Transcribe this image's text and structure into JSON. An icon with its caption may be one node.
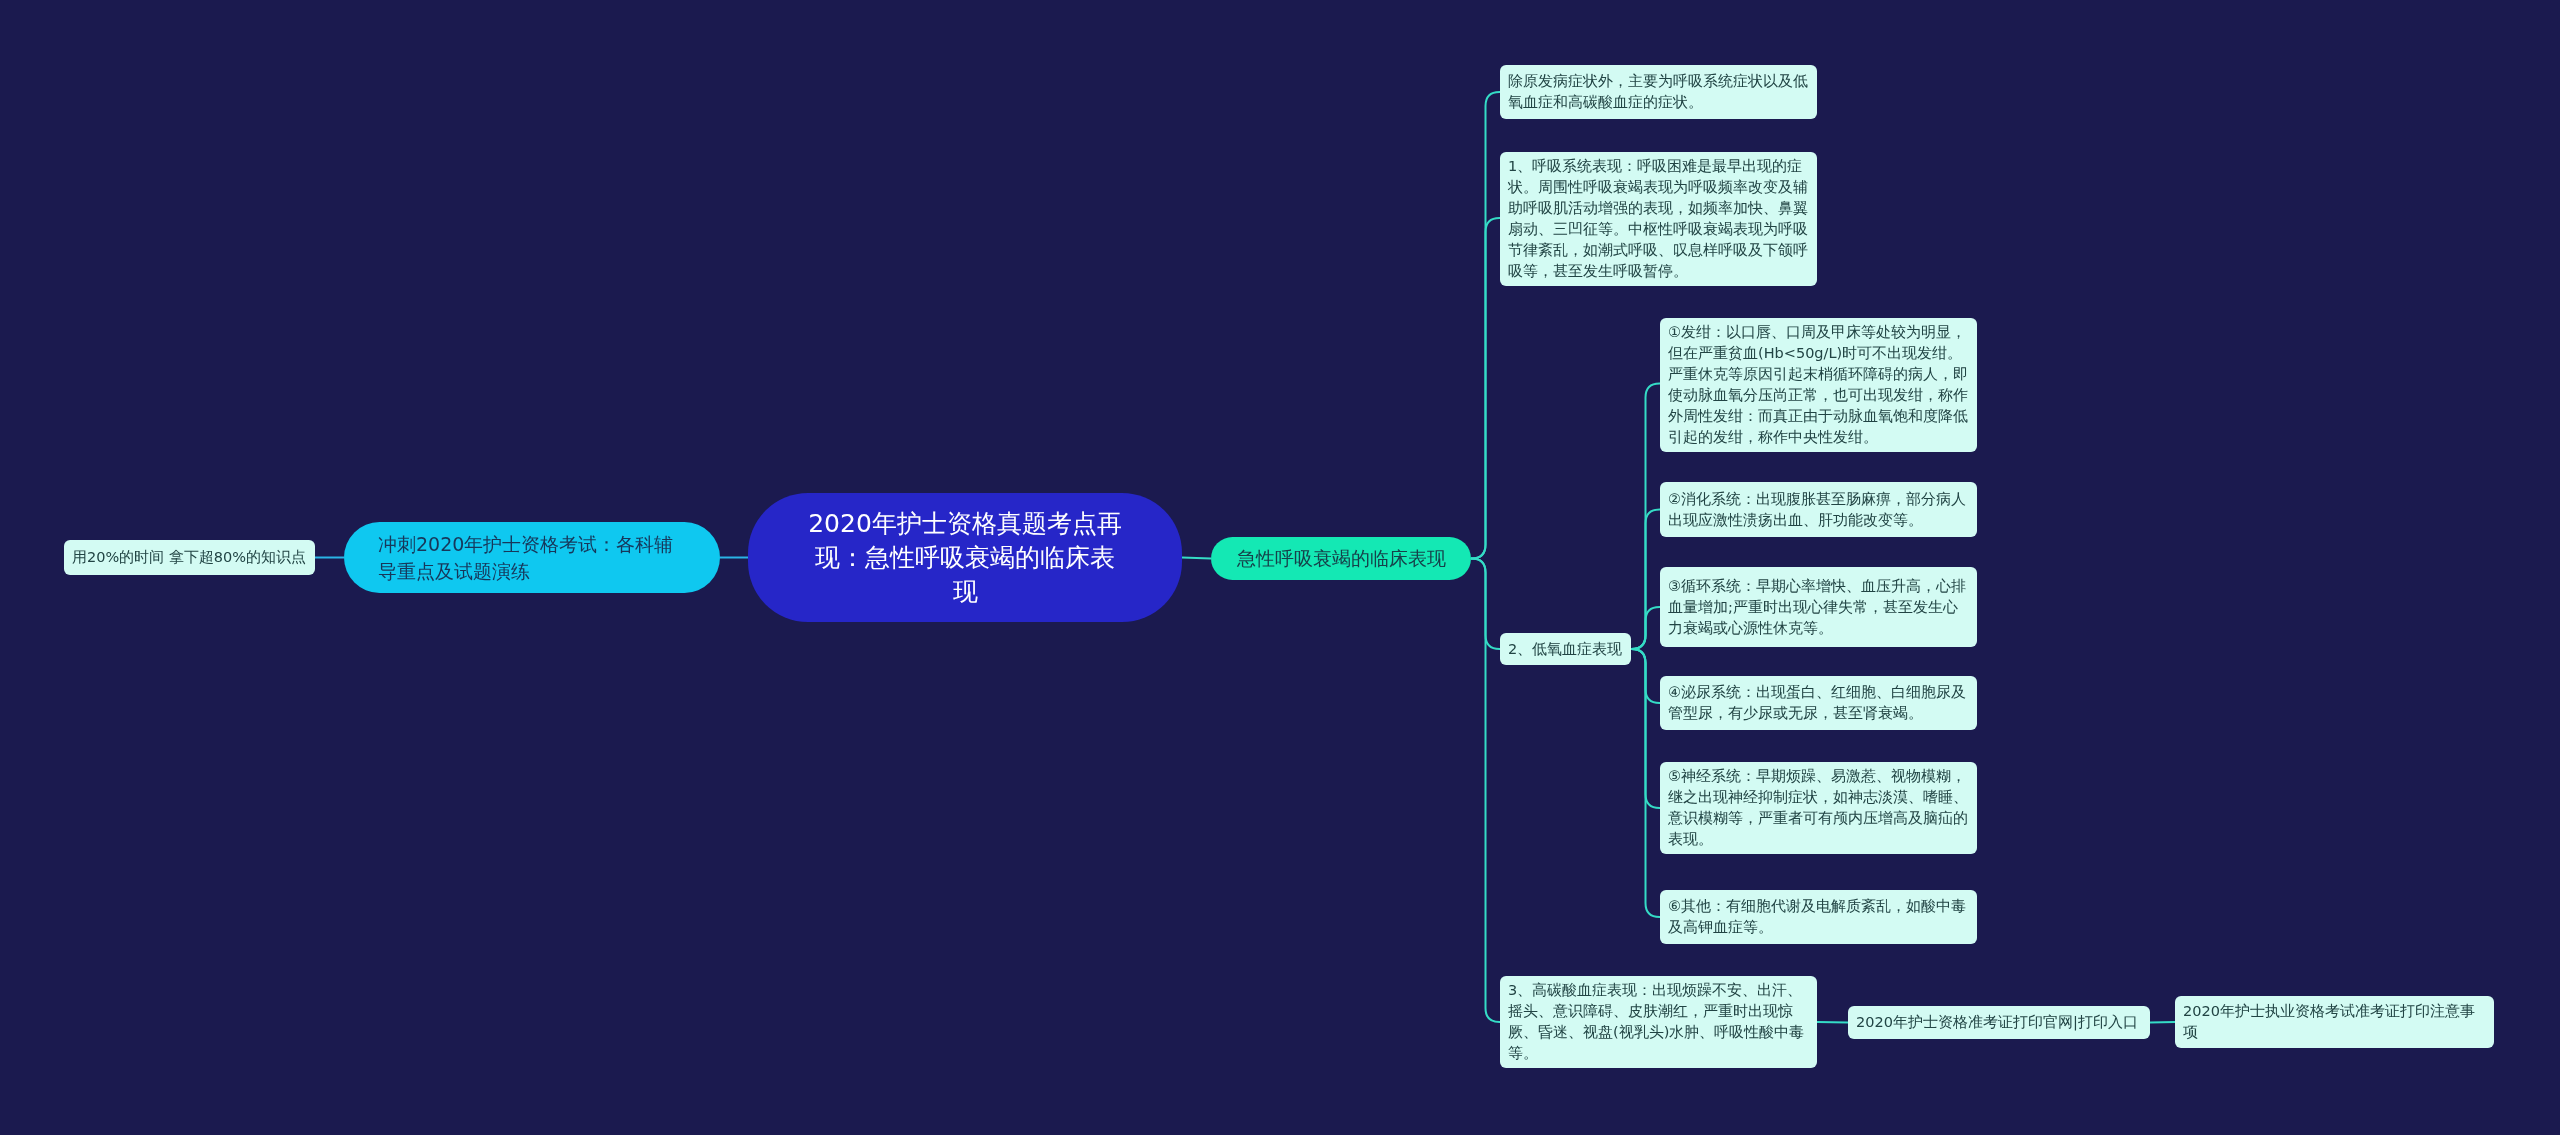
{
  "diagram": {
    "nodes": [
      {
        "text": [
          "2020年护士资格真题考点再现：急性呼吸衰竭的临床表现"
        ]
      },
      {
        "text": [
          "冲刺2020年护士资格考试：各科辅导重点及试题演练"
        ]
      },
      {
        "text": [
          "用20%的时间 拿下超80%的知识点"
        ]
      },
      {
        "text": [
          "急性呼吸衰竭的临床表现"
        ]
      },
      {
        "text": [
          "除原发病症状外，主要为呼吸系统症状以及低氧血症和高碳酸血症的症状。"
        ]
      },
      {
        "text": [
          "1、呼吸系统表现：呼吸困难是最早出现的症状。周围性呼吸衰竭表现为呼吸频率改变及辅助呼吸肌活动增强的表现，如频率加快、鼻翼扇动、三凹征等。中枢性呼吸衰竭表现为呼吸节律紊乱，如潮式呼吸、叹息样呼吸及下颌呼吸等，甚至发生呼吸暂停。"
        ]
      },
      {
        "text": [
          "2、低氧血症表现"
        ]
      },
      {
        "text": [
          "①发绀：以口唇、口周及甲床等处较为明显，但在严重贫血(Hb<50g/L)时可不出现发绀。严重休克等原因引起末梢循环障碍的病人，即使动脉血氧分压尚正常，也可出现发绀，称作外周性发绀：而真正由于动脉血氧饱和度降低引起的发绀，称作中央性发绀。"
        ]
      },
      {
        "text": [
          "②消化系统：出现腹胀甚至肠麻痹，部分病人出现应激性溃疡出血、肝功能改变等。"
        ]
      },
      {
        "text": [
          "③循环系统：早期心率增快、血压升高，心排血量增加;严重时出现心律失常，甚至发生心力衰竭或心源性休克等。"
        ]
      },
      {
        "text": [
          "④泌尿系统：出现蛋白、红细胞、白细胞尿及管型尿，有少尿或无尿，甚至肾衰竭。"
        ]
      },
      {
        "text": [
          "⑤神经系统：早期烦躁、易激惹、视物模糊，继之出现神经抑制症状，如神志淡漠、嗜睡、意识模糊等，严重者可有颅内压增高及脑疝的表现。"
        ]
      },
      {
        "text": [
          "⑥其他：有细胞代谢及电解质紊乱，如酸中毒及高钾血症等。"
        ]
      },
      {
        "text": [
          "3、高碳酸血症表现：出现烦躁不安、出汗、摇头、意识障碍、皮肤潮红，严重时出现惊厥、昏迷、视盘(视乳头)水肿、呼吸性酸中毒等。"
        ]
      },
      {
        "text": [
          "2020年护士资格准考证打印官网|打印入口"
        ]
      },
      {
        "text": [
          "2020年护士执业资格考试准考证打印注意事项"
        ]
      }
    ],
    "edges": [
      {
        "from": 0,
        "to": 1,
        "arrow": "none",
        "color": "#2ab4e6"
      },
      {
        "from": 1,
        "to": 2,
        "arrow": "none",
        "color": "#2ab4e6"
      },
      {
        "from": 0,
        "to": 3,
        "arrow": "none"
      },
      {
        "from": 3,
        "to": 4,
        "arrow": "none"
      },
      {
        "from": 3,
        "to": 5,
        "arrow": "none"
      },
      {
        "from": 3,
        "to": 6,
        "arrow": "none"
      },
      {
        "from": 3,
        "to": 13,
        "arrow": "none"
      },
      {
        "from": 6,
        "to": 7,
        "arrow": "none"
      },
      {
        "from": 6,
        "to": 8,
        "arrow": "none"
      },
      {
        "from": 6,
        "to": 9,
        "arrow": "none"
      },
      {
        "from": 6,
        "to": 10,
        "arrow": "none"
      },
      {
        "from": 6,
        "to": 11,
        "arrow": "none"
      },
      {
        "from": 6,
        "to": 12,
        "arrow": "none"
      },
      {
        "from": 13,
        "to": 14,
        "arrow": "none"
      },
      {
        "from": 14,
        "to": 15,
        "arrow": "none"
      }
    ]
  }
}
